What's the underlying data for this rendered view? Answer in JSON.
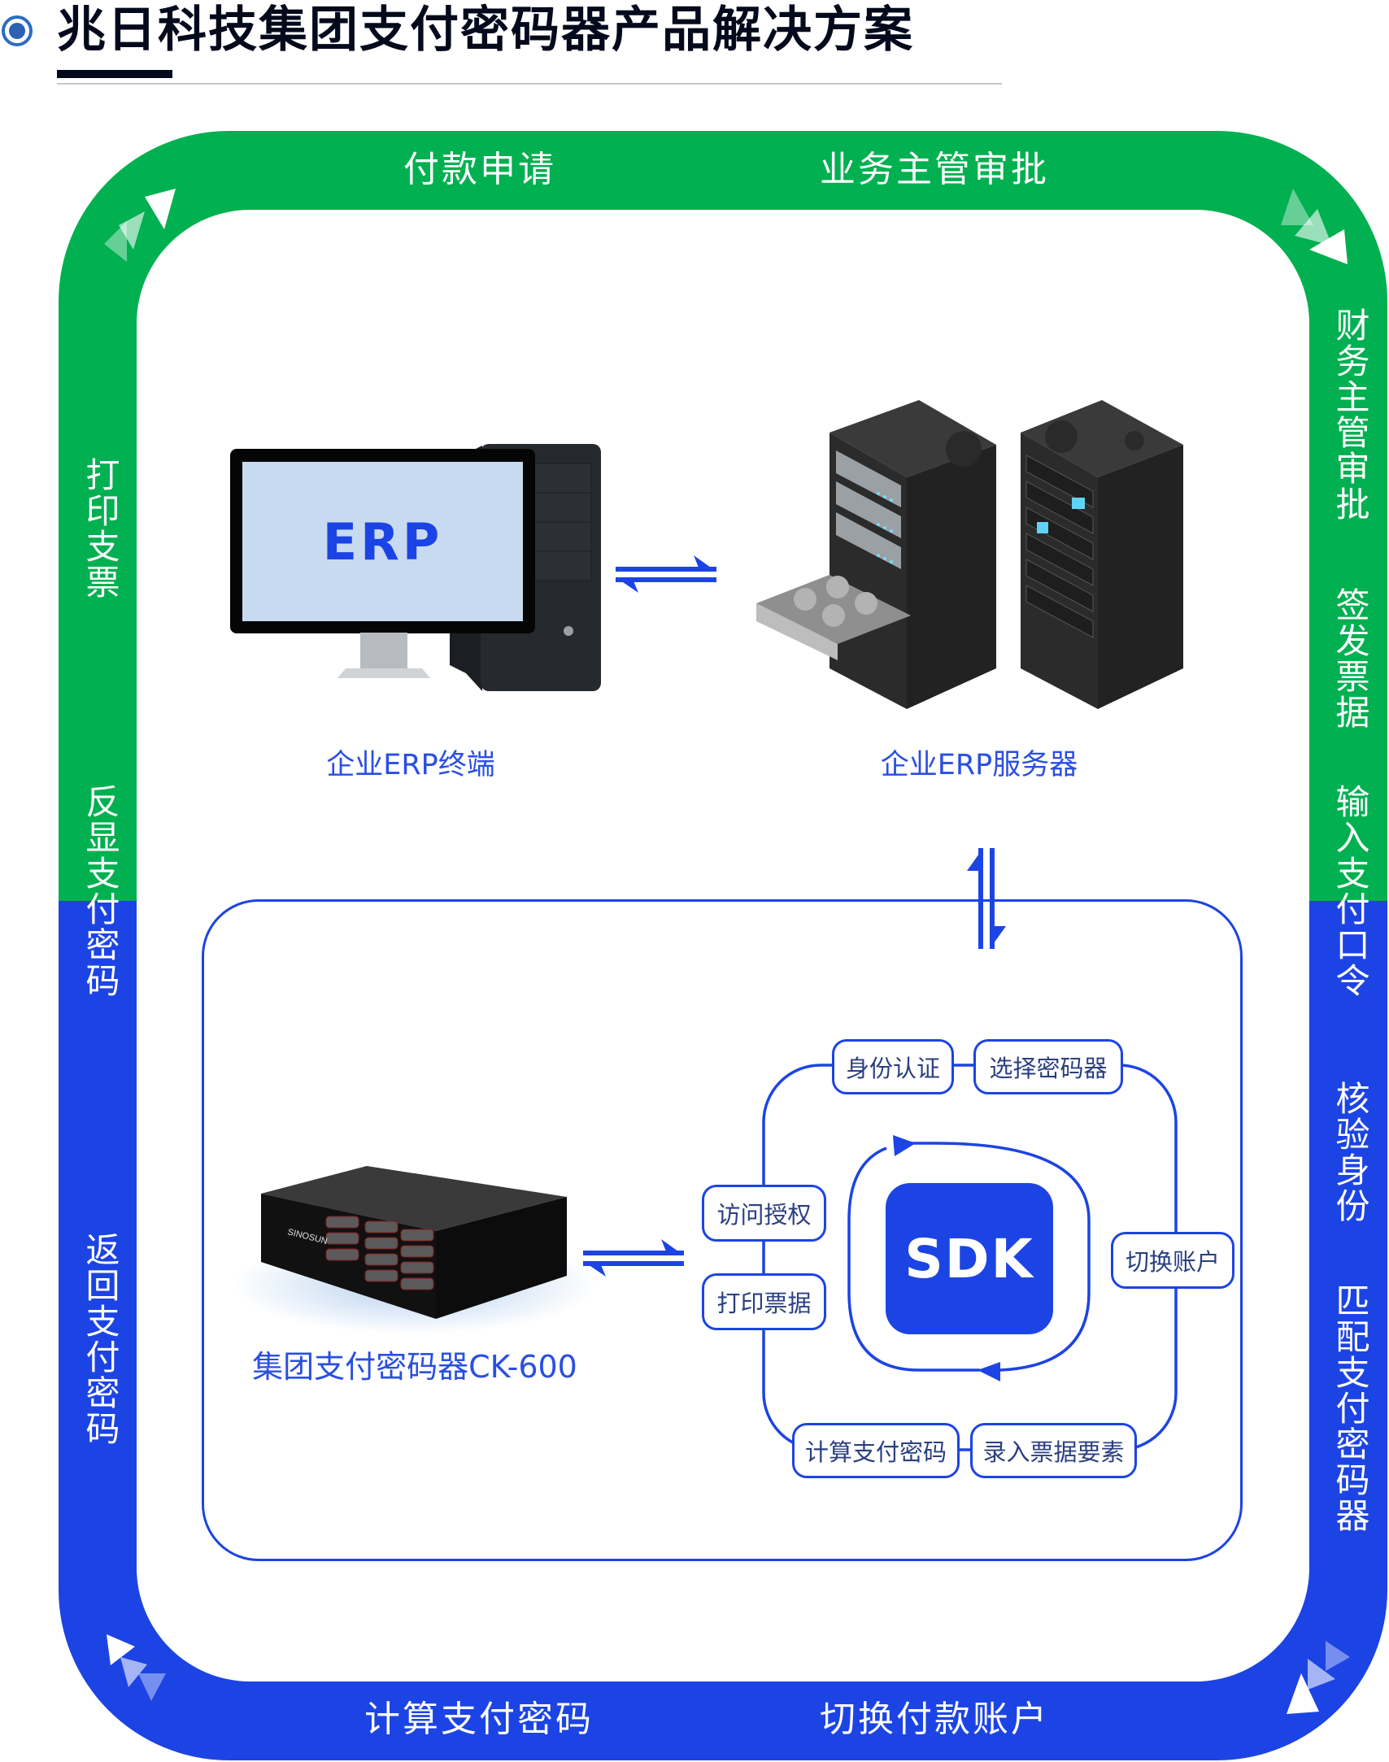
{
  "header": {
    "title": "兆日科技集团支付密码器产品解决方案",
    "icon": "target-circle-icon"
  },
  "colors": {
    "green": "#01b050",
    "blue": "#1c44e4",
    "title": "#040a1c",
    "label_blue": "#2a4fe0",
    "pill_text": "#2b3f80"
  },
  "ring": {
    "top": [
      "付款申请",
      "业务主管审批"
    ],
    "right": [
      "财务主管审批",
      "签发票据",
      "输入支付口令",
      "核验身份",
      "匹配支付密码器"
    ],
    "bottom": [
      "计算支付密码",
      "切换付款账户"
    ],
    "left": [
      "打印支票",
      "反显支付密码",
      "返回支付密码"
    ]
  },
  "devices": {
    "erp_terminal": {
      "label": "企业ERP终端",
      "screen_text": "ERP"
    },
    "erp_server": {
      "label": "企业ERP服务器"
    },
    "payment_device": {
      "label": "集团支付密码器CK-600",
      "brand": "SINOSUN"
    }
  },
  "sdk": {
    "label": "SDK",
    "steps": {
      "identity_auth": "身份认证",
      "select_device": "选择密码器",
      "access_auth": "访问授权",
      "print_bill": "打印票据",
      "switch_account": "切换账户",
      "calc_password": "计算支付密码",
      "enter_bill": "录入票据要素"
    }
  }
}
